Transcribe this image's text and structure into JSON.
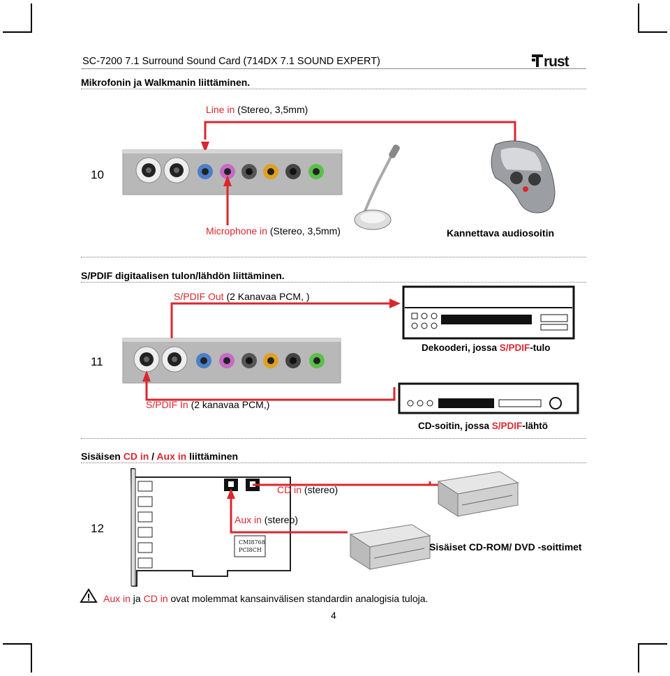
{
  "header": {
    "title": "SC-7200 7.1 Surround Sound Card (714DX 7.1 SOUND EXPERT)",
    "logo_text": "Trust"
  },
  "section1": {
    "heading": "Mikrofonin ja Walkmanin liittäminen.",
    "figure_number": "10",
    "line_in": {
      "red": "Line in",
      "rest": " (Stereo, 3,5mm)"
    },
    "mic_in": {
      "red": "Microphone in",
      "rest": " (Stereo, 3,5mm)"
    },
    "player_label": "Kannettava audiosoitin"
  },
  "section2": {
    "heading": "S/PDIF digitaalisen tulon/lähdön liittäminen.",
    "figure_number": "11",
    "spdif_out": {
      "red": "S/PDIF Out",
      "rest": " (2  Kanavaa PCM, )"
    },
    "spdif_in": {
      "red": "S/PDIF In",
      "rest": " (2 kanavaa PCM,)"
    },
    "decoder_label": {
      "pre": "Dekooderi, jossa ",
      "red": "S/PDIF",
      "post": "-tulo"
    },
    "cd_label": {
      "pre": "CD-soitin, jossa ",
      "red": "S/PDIF",
      "post": "-lähtö"
    }
  },
  "section3": {
    "heading": {
      "pre": "Sisäisen ",
      "red1": "CD in",
      "mid": " / ",
      "red2": "Aux in",
      "post": " liittäminen"
    },
    "figure_number": "12",
    "cd_in": {
      "red": "CD in",
      "rest": " (stereo)"
    },
    "aux_in": {
      "red": "Aux in",
      "rest": " (stereo)"
    },
    "chip_text": {
      "line1": "CMI8768",
      "line2": "PCI8CH"
    },
    "drives_label": "Sisäiset CD-ROM/ DVD -soittimet"
  },
  "note": {
    "red1": "Aux in",
    "mid": " ja ",
    "red2": "CD in",
    "rest": " ovat molemmat kansainvälisen standardin analogisia tuloja."
  },
  "page_number": "4",
  "colors": {
    "accent_red": "#d9272e",
    "jack_blue": "#4a7fc9",
    "jack_pink": "#c46bc4",
    "jack_orange": "#e0a020",
    "jack_green": "#5bbf4a"
  }
}
